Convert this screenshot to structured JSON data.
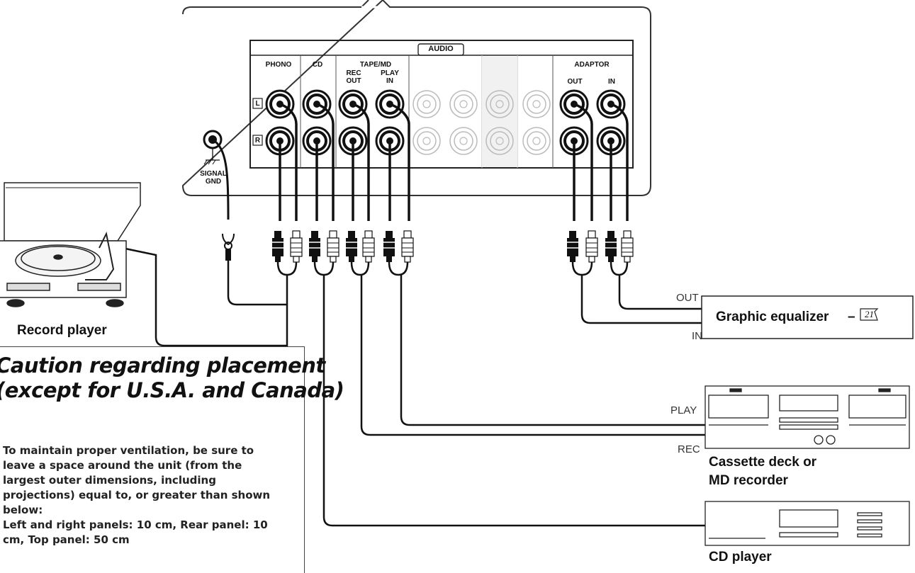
{
  "panel": {
    "audio_header": "AUDIO",
    "groups": {
      "phono": "PHONO",
      "cd": "CD",
      "tape_md": "TAPE/MD",
      "rec_out": [
        "REC",
        "OUT"
      ],
      "play_in": [
        "PLAY",
        "IN"
      ],
      "adaptor": "ADAPTOR",
      "adaptor_out": "OUT",
      "adaptor_in": "IN"
    },
    "channel_left": "L",
    "channel_right": "R",
    "signal_gnd": [
      "SIGNAL",
      "GND"
    ]
  },
  "devices": {
    "record_player": "Record player",
    "graphic_equalizer": "Graphic equalizer",
    "equalizer_page_ref": "21",
    "equalizer_arrow": "–",
    "cassette_deck": [
      "Cassette deck or",
      "MD recorder"
    ],
    "cd_player": "CD player"
  },
  "signal_labels": {
    "eq_out": "OUT",
    "eq_in": "IN",
    "deck_play": "PLAY",
    "deck_rec": "REC"
  },
  "caution": {
    "title_line1": "Caution regarding placement",
    "title_line2": "(except for U.S.A. and Canada)",
    "body": "To maintain proper ventilation, be sure to leave a space around the unit (from the largest outer dimensions, including projections) equal to, or greater than shown below:",
    "dimensions": "Left and right panels: 10 cm, Rear panel: 10 cm, Top panel: 50 cm"
  }
}
